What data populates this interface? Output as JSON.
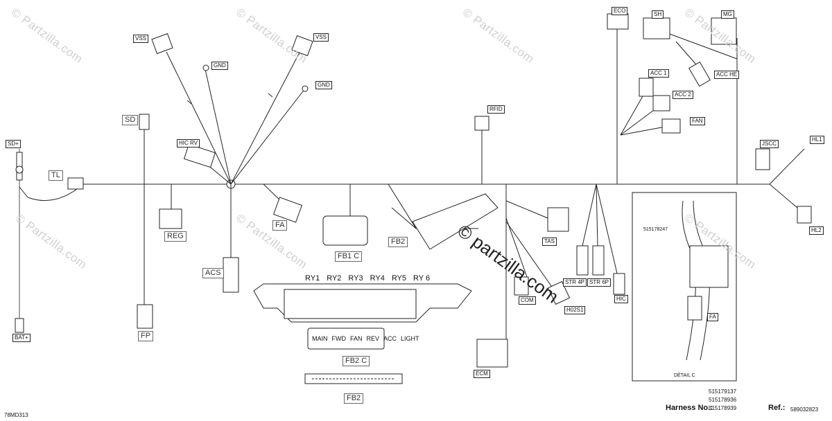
{
  "watermarks": {
    "site": "© Partzilla.com",
    "center": "© partzilla.com"
  },
  "connectors": {
    "sd_plus": "SD+",
    "bat_plus": "BAT+",
    "tl": "TL",
    "sd": "SD",
    "vss_left": "VSS",
    "vss_right": "VSS",
    "gnd_top": "GND",
    "gnd_mid": "GND",
    "hic_rv": "HIC RV",
    "reg": "REG",
    "fp": "FP",
    "acs": "ACS",
    "fa": "FA",
    "fb1c": "FB1 C",
    "fb2": "FB2",
    "fb2c": "FB2 C",
    "fb2_bottom": "FB2",
    "rfid": "RFID",
    "tas": "TAS",
    "com": "COM",
    "h02s1": "H02S1",
    "str4p": "STR 4P",
    "str6p": "STR 6P",
    "hic": "HIC",
    "ecm": "ECM",
    "eco": "ECO",
    "sh": "SH",
    "mg": "MG",
    "acc1": "ACC 1",
    "acc2": "ACC 2",
    "acc_he": "ACC HE",
    "fan": "FAN",
    "jscc": "JSCC",
    "hl1": "HL1",
    "hl2": "HL2"
  },
  "relays": [
    "RY1",
    "RY2",
    "RY3",
    "RY4",
    "RY5",
    "RY 6"
  ],
  "fuses": [
    "MAIN",
    "FWD",
    "FAN",
    "REV",
    "ACC",
    "LIGHT"
  ],
  "detail": {
    "title": "DÉTAIL C",
    "part_number": "515178247",
    "fa_label": "FA"
  },
  "footer": {
    "diagram_id": "78MD313",
    "harness_label": "Harness No.:",
    "harness_numbers": [
      "515179137",
      "515178936",
      "515178939"
    ],
    "ref_label": "Ref.:",
    "ref_value": "589032823"
  }
}
